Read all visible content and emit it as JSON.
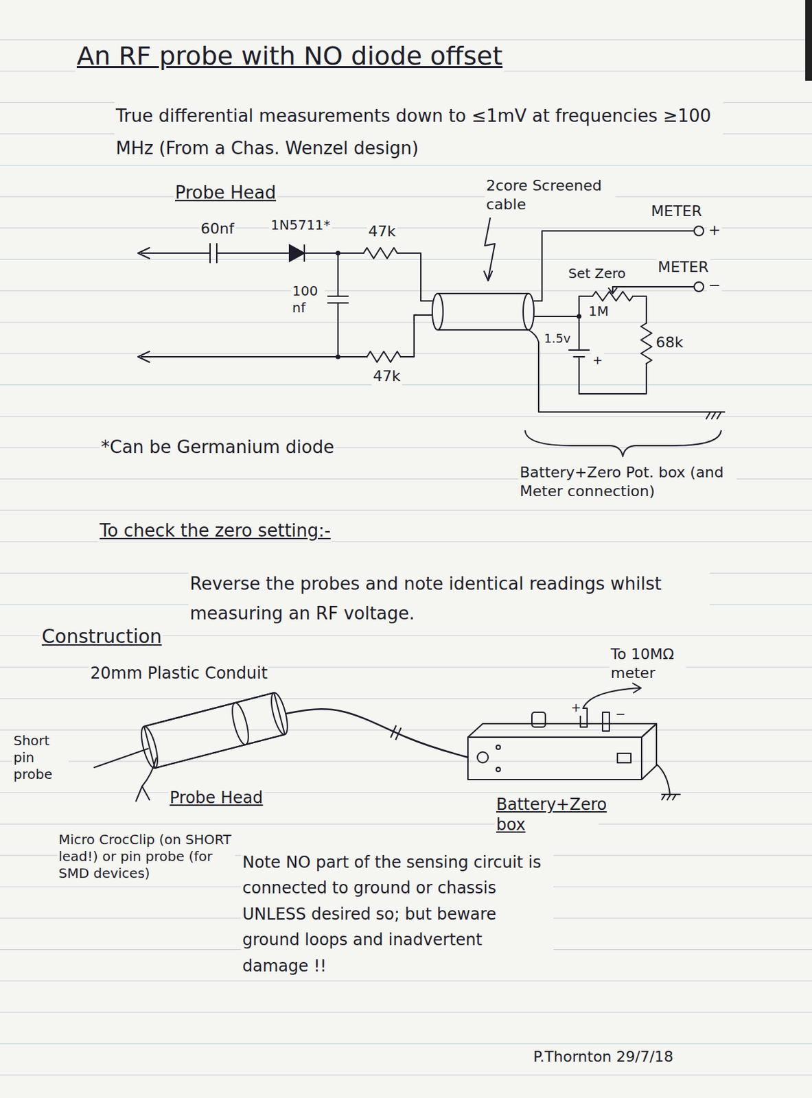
{
  "diagram": {
    "title": "An RF probe with NO diode offset",
    "nodes": [
      {
        "text": [
          "Probe Head"
        ]
      },
      {
        "text": [
          "Battery+Zero box"
        ]
      }
    ],
    "edges": [
      {
        "from": 0,
        "to": 1,
        "arrow": "none"
      }
    ],
    "labels": [
      "True differential measurements down to ≤1mV at frequencies ≥100 MHz (From a Chas. Wenzel design)",
      "Probe Head",
      "60nf",
      "1N5711*",
      "47k",
      "100 nf",
      "47k",
      "2core Screened cable",
      "METER",
      "+",
      "Set Zero",
      "METER",
      "−",
      "1M",
      "1.5v",
      "+",
      "68k",
      "*Can be Germanium diode",
      "Battery+Zero Pot. box (and Meter connection)",
      "To check the zero setting:-",
      "Reverse the probes and note identical readings whilst measuring an RF voltage.",
      "Construction",
      "20mm Plastic Conduit",
      "To 10MΩ meter",
      "+",
      "−",
      "Short pin probe",
      "Micro CrocClip (on SHORT lead!) or pin probe (for SMD devices)",
      "Note NO part of the sensing circuit is connected to ground or chassis UNLESS desired so; but beware ground loops and inadvertent damage !!",
      "P.Thornton 29/7/18"
    ]
  }
}
